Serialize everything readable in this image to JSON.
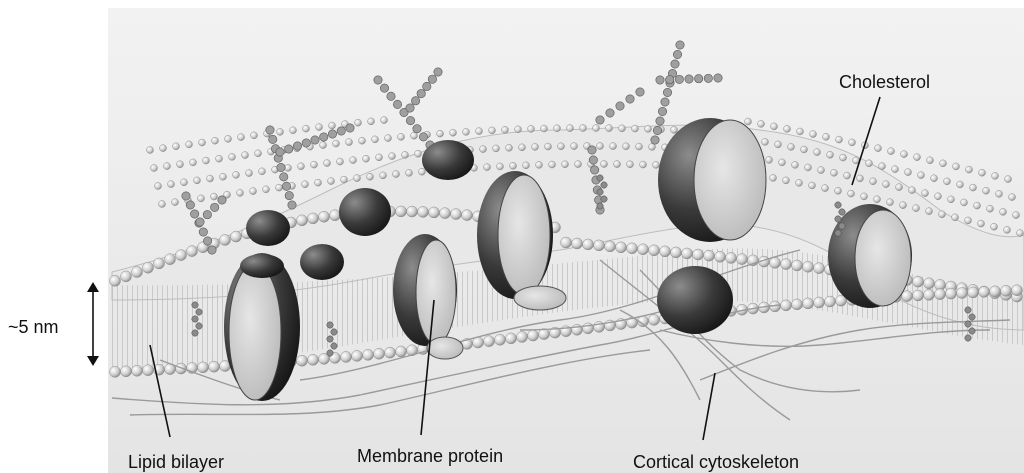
{
  "labels": {
    "scale": "~5 nm",
    "lipid_bilayer": "Lipid bilayer",
    "membrane_protein": "Membrane protein",
    "cortical_cytoskeleton": "Cortical cytoskeleton",
    "cholesterol": "Cholesterol"
  }
}
